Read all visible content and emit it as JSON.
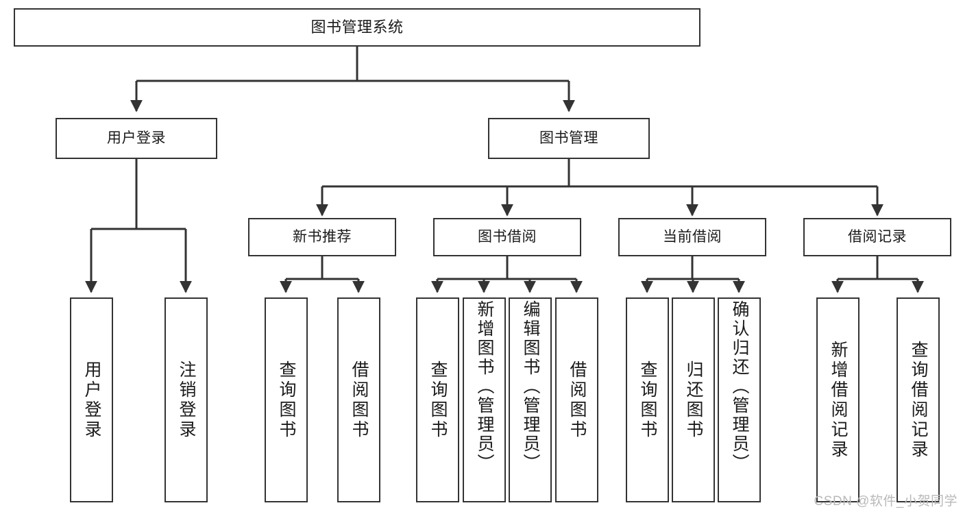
{
  "diagram": {
    "title": "图书管理系统",
    "type": "tree",
    "colors": {
      "box_border": "#333333",
      "box_fill": "#ffffff",
      "edge": "#333333",
      "text": "#1a1a1a",
      "watermark": "#b9b9b9",
      "background": "#ffffff"
    },
    "watermark": "CSDN @软件_小贺同学",
    "nodes": {
      "root": {
        "label": "图书管理系统"
      },
      "level1": [
        {
          "id": "user-login",
          "label": "用户登录"
        },
        {
          "id": "book-management",
          "label": "图书管理"
        }
      ],
      "level2": [
        {
          "id": "new-book-recommend",
          "label": "新书推荐"
        },
        {
          "id": "book-borrow",
          "label": "图书借阅"
        },
        {
          "id": "current-borrow",
          "label": "当前借阅"
        },
        {
          "id": "borrow-record",
          "label": "借阅记录"
        }
      ],
      "leaves": {
        "user-login": [
          {
            "id": "leaf-user-login",
            "label": "用户登录"
          },
          {
            "id": "leaf-user-logout",
            "label": "注销登录"
          }
        ],
        "new-book-recommend": [
          {
            "id": "leaf-query-book-1",
            "label": "查询图书"
          },
          {
            "id": "leaf-borrow-book-1",
            "label": "借阅图书"
          }
        ],
        "book-borrow": [
          {
            "id": "leaf-query-book-2",
            "label": "查询图书"
          },
          {
            "id": "leaf-add-book",
            "label": "新增图书（管理员）"
          },
          {
            "id": "leaf-edit-book",
            "label": "编辑图书（管理员）"
          },
          {
            "id": "leaf-borrow-book-2",
            "label": "借阅图书"
          }
        ],
        "current-borrow": [
          {
            "id": "leaf-query-book-3",
            "label": "查询图书"
          },
          {
            "id": "leaf-return-book",
            "label": "归还图书"
          },
          {
            "id": "leaf-confirm-return",
            "label": "确认归还（管理员）"
          }
        ],
        "borrow-record": [
          {
            "id": "leaf-add-record",
            "label": "新增借阅记录"
          },
          {
            "id": "leaf-query-record",
            "label": "查询借阅记录"
          }
        ]
      }
    }
  }
}
